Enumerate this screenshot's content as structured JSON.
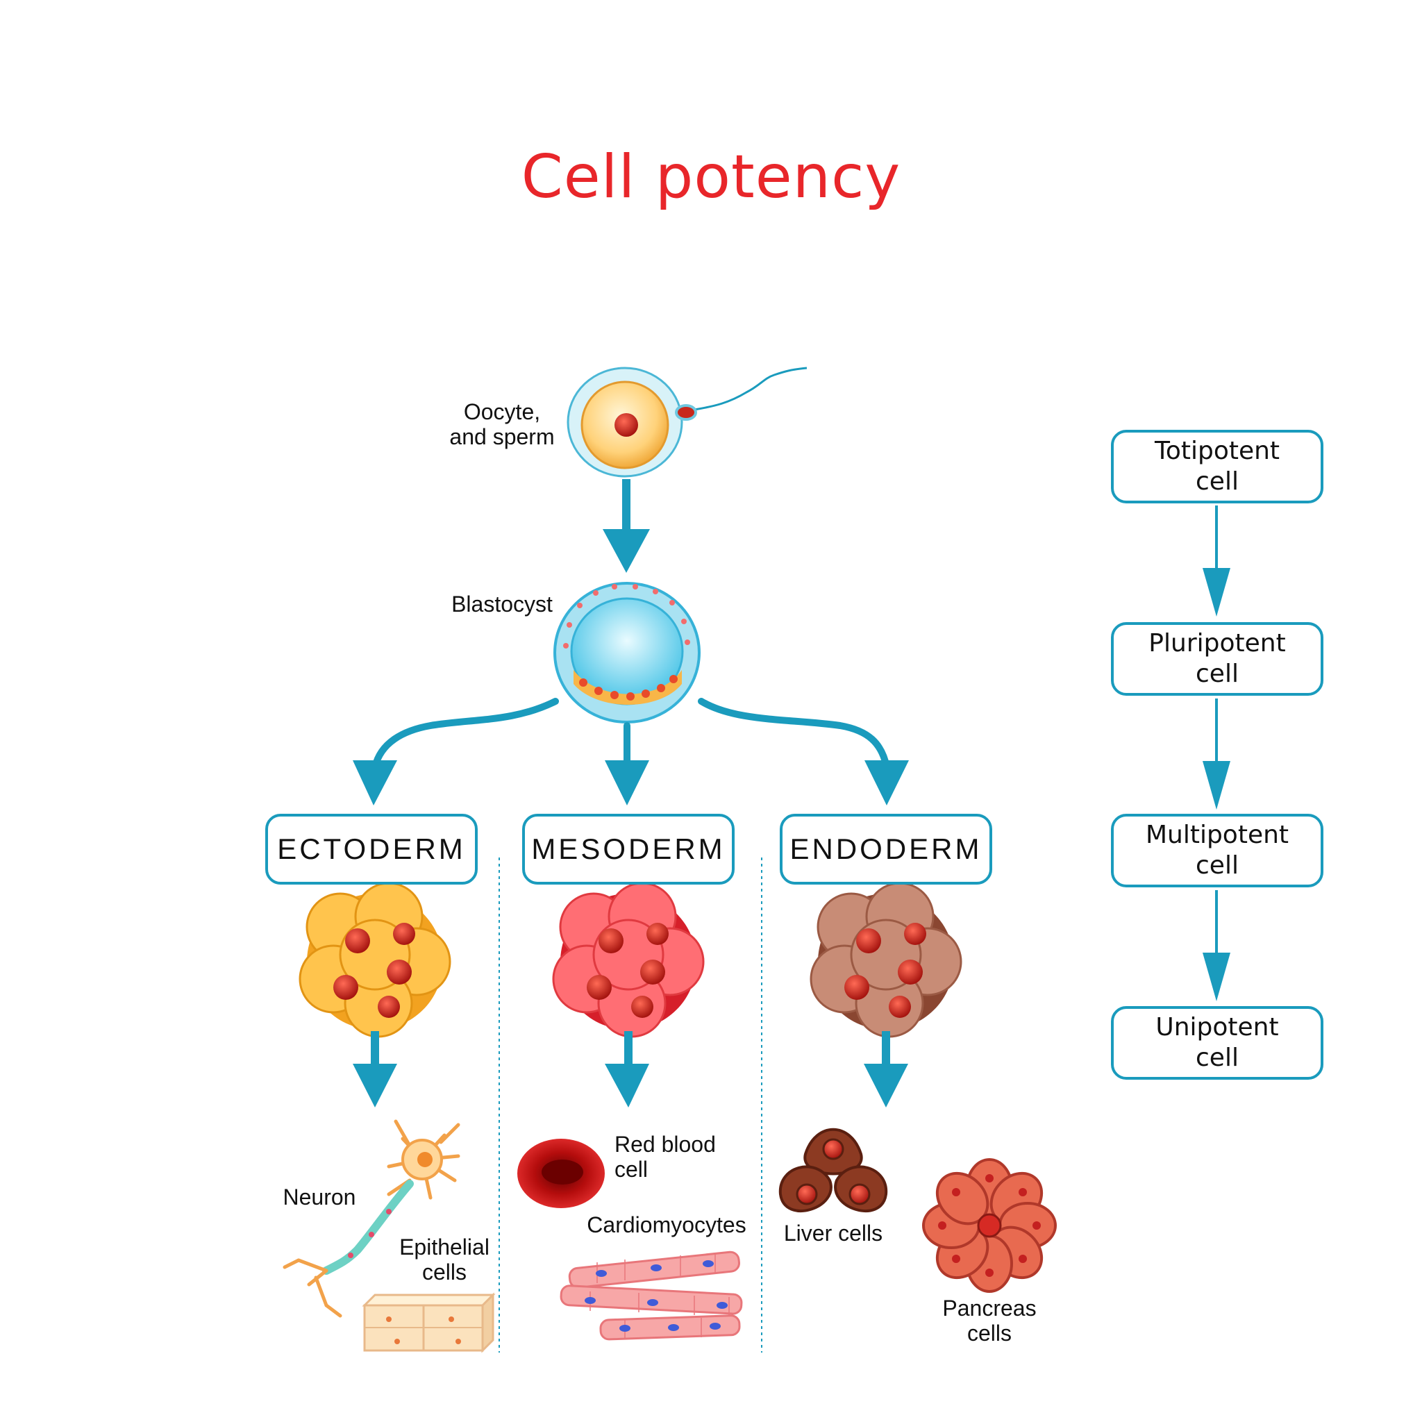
{
  "title": "Cell potency",
  "stages": {
    "oocyte_label": "Oocyte,\nand sperm",
    "blastocyst_label": "Blastocyst"
  },
  "germ_layers": [
    {
      "label": "ECTODERM"
    },
    {
      "label": "MESODERM"
    },
    {
      "label": "ENDODERM"
    }
  ],
  "cell_types": {
    "neuron": "Neuron",
    "epithelial": "Epithelial\ncells",
    "red_blood": "Red blood\ncell",
    "cardiomyocytes": "Cardiomyocytes",
    "liver": "Liver cells",
    "pancreas": "Pancreas\ncells"
  },
  "potency_levels": [
    {
      "label": "Totipotent\ncell"
    },
    {
      "label": "Pluripotent\ncell"
    },
    {
      "label": "Multipotent\ncell"
    },
    {
      "label": "Unipotent\ncell"
    }
  ],
  "colors": {
    "arrow": "#1a9bbd",
    "title": "#e8262a",
    "ectoderm": "#f7b233",
    "mesoderm": "#f2545b",
    "endoderm": "#b86c55"
  }
}
